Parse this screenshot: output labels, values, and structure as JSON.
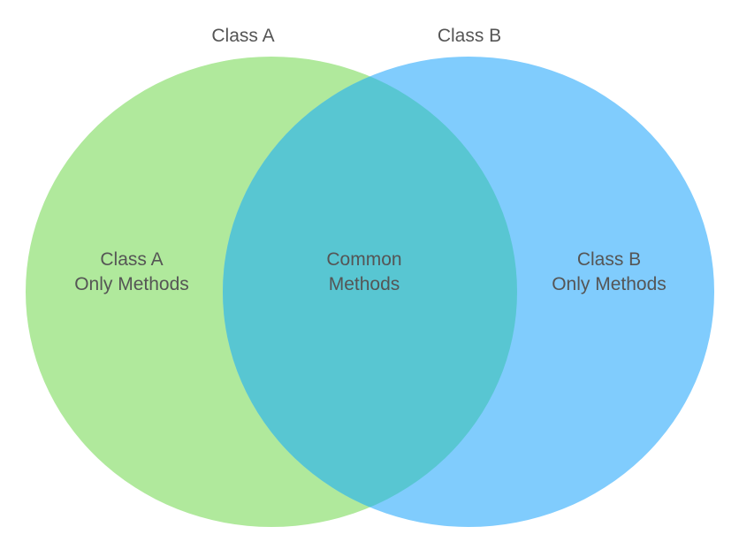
{
  "venn": {
    "sets": [
      {
        "id": "a",
        "label": "Class A",
        "color": "#b0e99c"
      },
      {
        "id": "b",
        "label": "Class B",
        "color": "#80ccfd"
      }
    ],
    "overlap_color": "#58c6d2",
    "label_color": "#555555",
    "regions": {
      "a_only": {
        "line1": "Class A",
        "line2": "Only Methods"
      },
      "both": {
        "line1": "Common",
        "line2": "Methods"
      },
      "b_only": {
        "line1": "Class B",
        "line2": "Only Methods"
      }
    }
  }
}
